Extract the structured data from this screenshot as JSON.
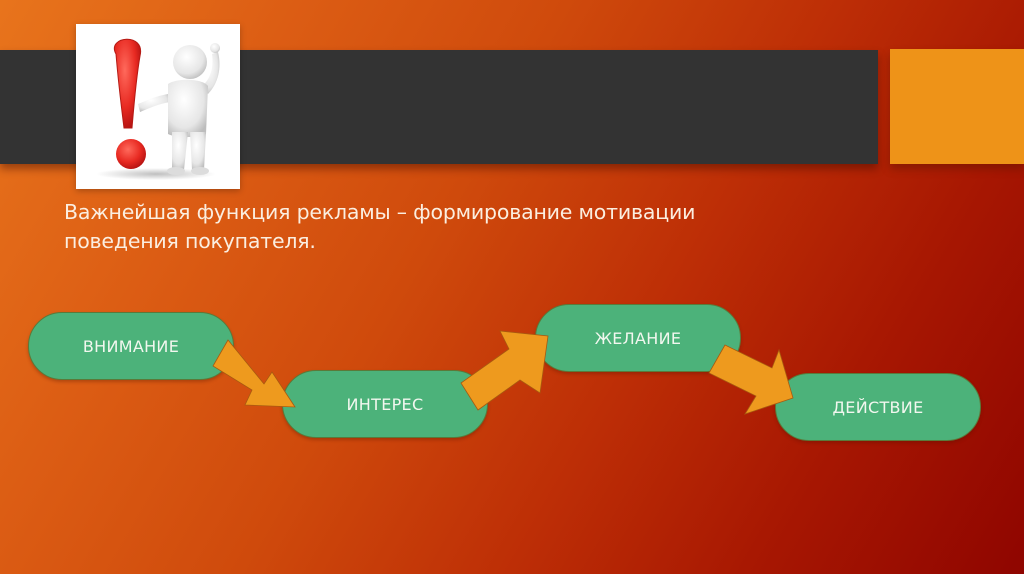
{
  "slide": {
    "background_colors": {
      "start": "#e8741c",
      "end": "#8f0500"
    },
    "header_bar_color": "#333333",
    "accent_box_color": "#ee9318",
    "illustration": {
      "icon": "exclamation-figure-icon",
      "description": "3D white figure next to red exclamation mark"
    },
    "headline": {
      "line1": "Важнейшая функция рекламы – формирование мотивации",
      "line2": "поведения покупателя."
    },
    "flow": {
      "pill_color": "#4cb27a",
      "arrow_color": "#ee9a1e",
      "steps": [
        {
          "label": "ВНИМАНИЕ"
        },
        {
          "label": "ИНТЕРЕС"
        },
        {
          "label": "ЖЕЛАНИЕ"
        },
        {
          "label": "ДЕЙСТВИЕ"
        }
      ],
      "arrows": [
        {
          "icon": "arrow-down-right-icon"
        },
        {
          "icon": "arrow-up-right-icon"
        },
        {
          "icon": "arrow-down-right-icon"
        }
      ]
    }
  }
}
